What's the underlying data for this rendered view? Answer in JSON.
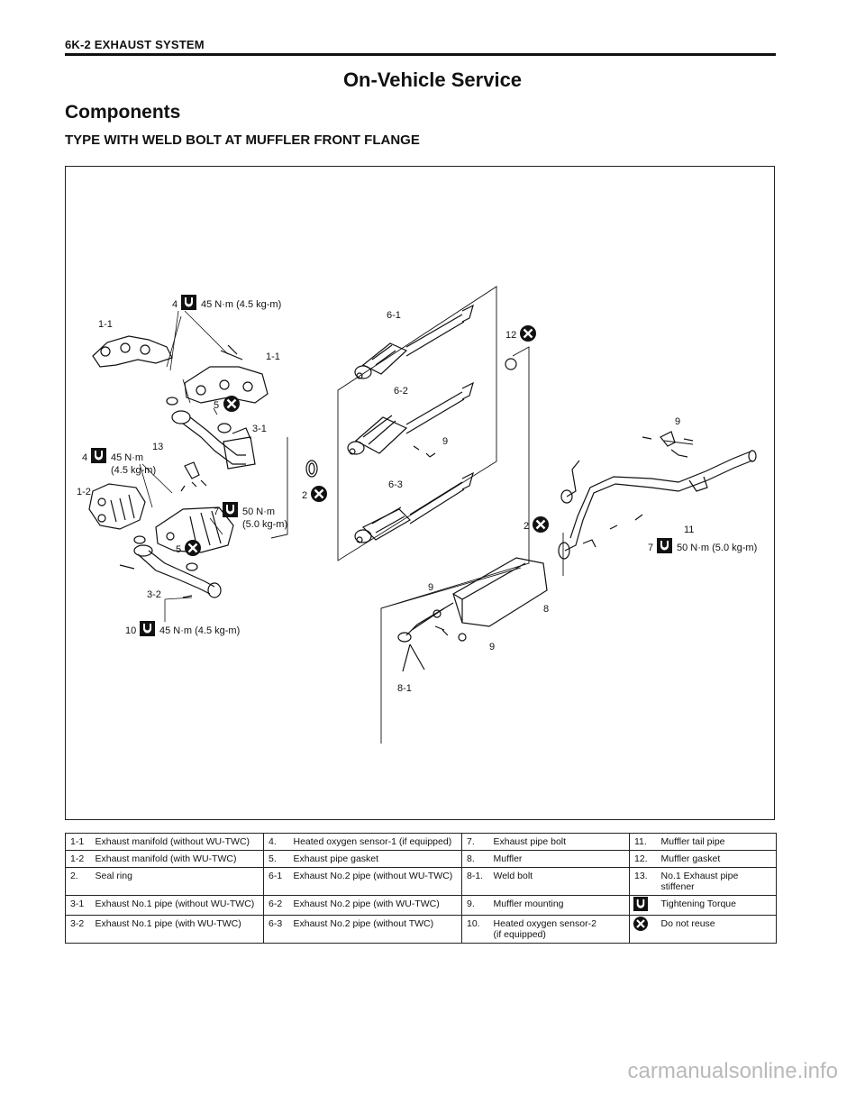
{
  "header": {
    "text": "6K-2 EXHAUST SYSTEM"
  },
  "page_title": "On-Vehicle Service",
  "section_title": "Components",
  "subsection_title": "TYPE WITH WELD BOLT AT MUFFLER FRONT FLANGE",
  "diagram_labels": {
    "l1_1a": "1-1",
    "l1_1b": "1-1",
    "l1_2": "1-2",
    "l3_1": "3-1",
    "l3_2": "3-2",
    "l4a": "4",
    "l4b": "4",
    "l5a": "5",
    "l5b": "5",
    "l6_1": "6-1",
    "l6_2": "6-2",
    "l6_3": "6-3",
    "l7a": "7",
    "l7b": "7",
    "l8": "8",
    "l8_1": "8-1",
    "l9a": "9",
    "l9b": "9",
    "l9c": "9",
    "l9d": "9",
    "l10": "10",
    "l11": "11",
    "l12": "12",
    "l13": "13",
    "l2a": "2",
    "l2b": "2",
    "t_45_4_5_a": "45 N·m (4.5 kg-m)",
    "t_45_line1": "45 N·m",
    "t_45_line2": "(4.5 kg-m)",
    "t_50_line1": "50 N·m",
    "t_50_line2": "(5.0 kg-m)",
    "t_45_4_5_b": "45 N·m (4.5 kg-m)",
    "t_50_5_0": "50 N·m (5.0 kg-m)"
  },
  "legend": {
    "rows": [
      [
        {
          "no": "1-1",
          "text": "Exhaust manifold (without WU-TWC)"
        },
        {
          "no": "4.",
          "text": "Heated oxygen sensor-1 (if equipped)"
        },
        {
          "no": "7.",
          "text": "Exhaust pipe bolt"
        },
        {
          "no": "11.",
          "text": "Muffler tail pipe"
        }
      ],
      [
        {
          "no": "1-2",
          "text": "Exhaust manifold (with WU-TWC)"
        },
        {
          "no": "5.",
          "text": "Exhaust pipe gasket"
        },
        {
          "no": "8.",
          "text": "Muffler"
        },
        {
          "no": "12.",
          "text": "Muffler gasket"
        }
      ],
      [
        {
          "no": "2.",
          "text": "Seal ring"
        },
        {
          "no": "6-1",
          "text": "Exhaust No.2 pipe (without WU-TWC)"
        },
        {
          "no": "8-1.",
          "text": "Weld bolt"
        },
        {
          "no": "13.",
          "text": "No.1 Exhaust pipe stiffener"
        }
      ],
      [
        {
          "no": "3-1",
          "text": "Exhaust No.1 pipe (without WU-TWC)"
        },
        {
          "no": "6-2",
          "text": "Exhaust No.2 pipe (with WU-TWC)"
        },
        {
          "no": "9.",
          "text": "Muffler mounting"
        },
        {
          "icon": "torque-wrench-icon",
          "text": "Tightening Torque"
        }
      ],
      [
        {
          "no": "3-2",
          "text": "Exhaust No.1 pipe (with WU-TWC)"
        },
        {
          "no": "6-3",
          "text": "Exhaust No.2 pipe (without TWC)"
        },
        {
          "no": "10.",
          "text": "Heated oxygen sensor-2",
          "text2": "(if equipped)"
        },
        {
          "icon": "do-not-reuse-icon",
          "text": "Do not reuse"
        }
      ]
    ]
  },
  "watermark": "carmanualsonline.info",
  "colors": {
    "ink": "#111111",
    "watermark": "#b9b9b9"
  }
}
